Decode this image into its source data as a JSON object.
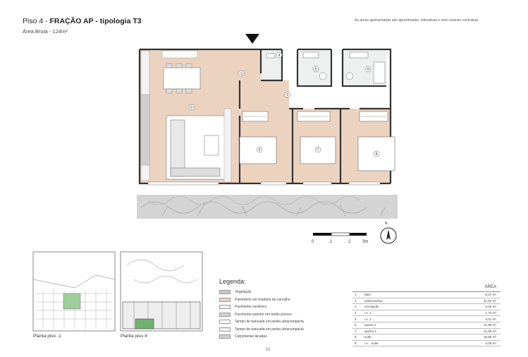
{
  "header": {
    "title_prefix": "Piso 4 - ",
    "title_bold": "FRAÇÃO AP - tipologia T3",
    "subtitle": "Área Bruta - 124m²",
    "disclaimer": "As áreas apresentadas são aproximadas, indicativas e sem carácter contratual."
  },
  "plan": {
    "room_numbers": [
      "1",
      "2",
      "3",
      "4",
      "5",
      "6",
      "7",
      "8",
      "9"
    ]
  },
  "scale": {
    "ticks": [
      "0",
      "1",
      "2",
      "3m"
    ],
    "north": "N"
  },
  "key_plans": {
    "caption_left": "Planta piso -1",
    "caption_right": "Planta piso 4"
  },
  "legend": {
    "title": "Legenda:",
    "items": [
      {
        "label": "Vegetação",
        "color": "#c8c8c8"
      },
      {
        "label": "Pavimento em madeira de carvalho",
        "color": "#ecd3c0"
      },
      {
        "label": "Pavimento cerâmico",
        "color": "#eef0f0"
      },
      {
        "label": "Pavimento exterior em betão poroso",
        "color": "#d0d0d0"
      },
      {
        "label": "Tampo de bancada em pedra ultracompacta",
        "color": "#ffffff"
      },
      {
        "label": "Tampo de bancada em pedra ultracompacta",
        "color": "#f2f2f2"
      },
      {
        "label": "Carpintarias lacadas",
        "color": "#cfcfcf"
      }
    ]
  },
  "areas": {
    "header": "ÁREA",
    "rows": [
      {
        "n": "1",
        "name": "átrio",
        "area": "8,37 m²"
      },
      {
        "n": "2",
        "name": "sala/cozinha",
        "area": "41,52 m²"
      },
      {
        "n": "3",
        "name": "circulação",
        "area": "6,48 m²"
      },
      {
        "n": "4",
        "name": "i.s. 1",
        "area": "1,70 m²"
      },
      {
        "n": "5",
        "name": "i.s. 2",
        "area": "4,01 m²"
      },
      {
        "n": "6",
        "name": "quarto 1",
        "area": "11,96 m²"
      },
      {
        "n": "7",
        "name": "quarto 2",
        "area": "11,96 m²"
      },
      {
        "n": "8",
        "name": "suite",
        "area": "16,86 m²"
      },
      {
        "n": "9",
        "name": "i.s. - suite",
        "area": "6,09 m²"
      }
    ]
  },
  "page_number": "58"
}
